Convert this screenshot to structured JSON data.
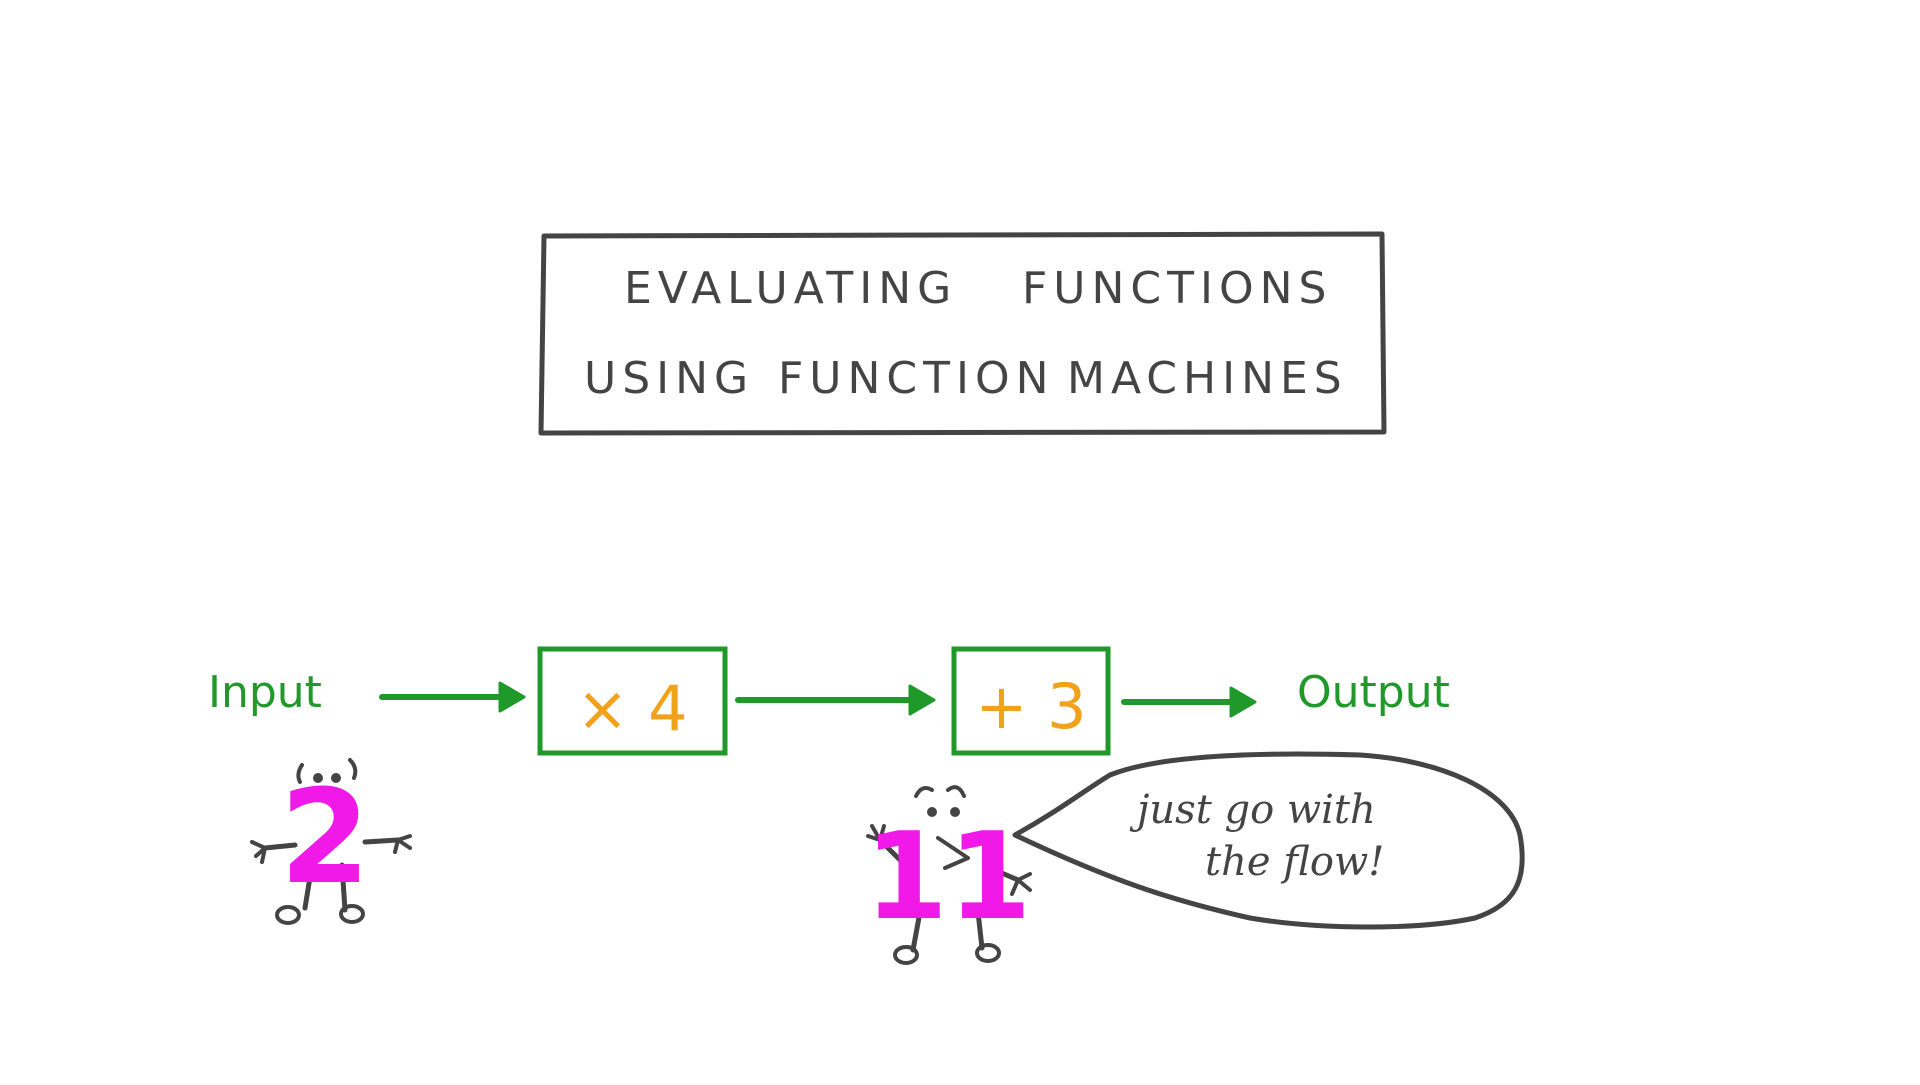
{
  "title": {
    "line1_word1": "EVALUATING",
    "line1_word2": "FUNCTIONS",
    "line2_word1": "USING",
    "line2_word2": "FUNCTION",
    "line2_word3": "MACHINES"
  },
  "machine": {
    "input_label": "Input",
    "output_label": "Output",
    "operation1": "× 4",
    "operation2": "+ 3"
  },
  "characters": {
    "input_number": "2",
    "output_number": "11"
  },
  "speech_bubble": {
    "line1": "just go with",
    "line2": "the flow!"
  },
  "colors": {
    "ink": "#444444",
    "green": "#1f9a2a",
    "orange": "#f2a21a",
    "magenta": "#f019e8"
  }
}
